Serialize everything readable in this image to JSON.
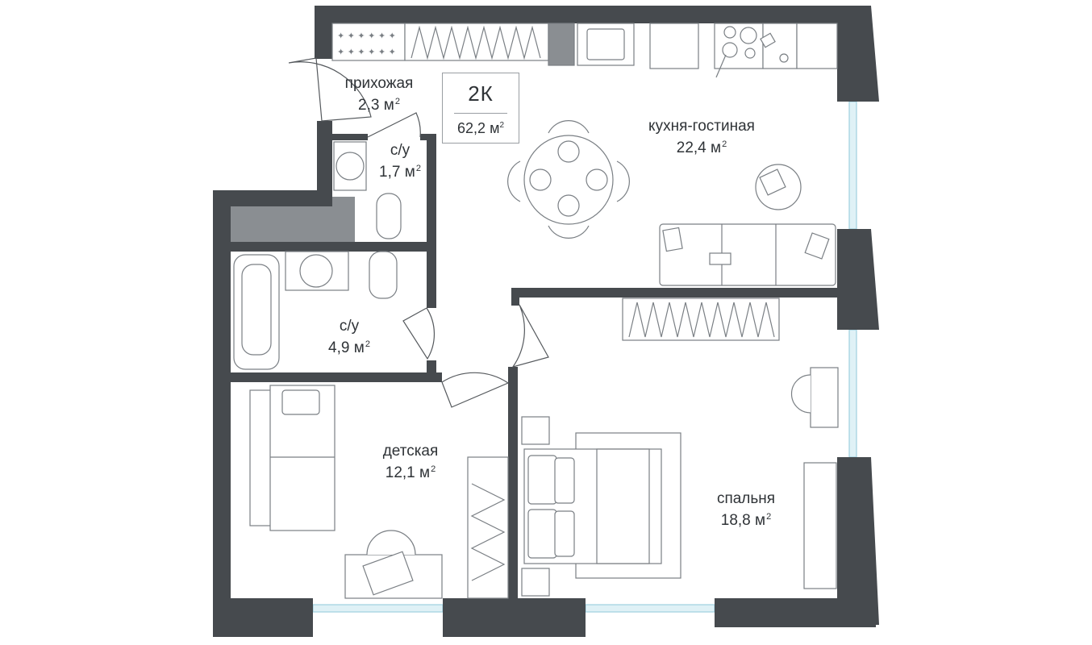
{
  "colors": {
    "wall": "#464a4e",
    "window": "#bfe3ee",
    "furniture_stroke": "#7a7f84",
    "text": "#2f3337"
  },
  "apartment": {
    "type": "2К",
    "area": "62,2",
    "unit": "м",
    "unit_power": "2"
  },
  "rooms": [
    {
      "id": "hallway",
      "name": "прихожая",
      "area": "2,3 м",
      "sup": "2"
    },
    {
      "id": "wc-small",
      "name": "с/у",
      "area": "1,7 м",
      "sup": "2"
    },
    {
      "id": "kitchen",
      "name": "кухня-гостиная",
      "area": "22,4 м",
      "sup": "2"
    },
    {
      "id": "bath",
      "name": "с/у",
      "area": "4,9 м",
      "sup": "2"
    },
    {
      "id": "kids",
      "name": "детская",
      "area": "12,1 м",
      "sup": "2"
    },
    {
      "id": "bedroom",
      "name": "спальня",
      "area": "18,8 м",
      "sup": "2"
    }
  ]
}
